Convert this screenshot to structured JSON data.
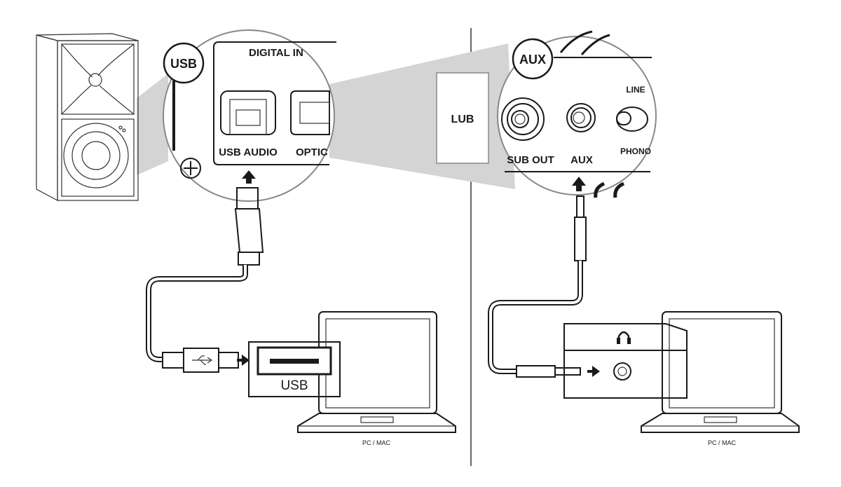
{
  "left_panel": {
    "badge": "USB",
    "group_label": "DIGITAL IN",
    "port_labels": [
      "USB AUDIO",
      "OPTIC"
    ],
    "computer_port_label": "USB",
    "computer_label": "PC / MAC"
  },
  "right_panel": {
    "badge": "AUX",
    "port_labels": [
      "SUB OUT",
      "AUX"
    ],
    "switch_labels": [
      "LINE",
      "PHONO"
    ],
    "device_label": "LUB",
    "computer_label": "PC / MAC"
  },
  "colors": {
    "ink": "#1a1a1a",
    "wedge": "#d4d4d4"
  }
}
